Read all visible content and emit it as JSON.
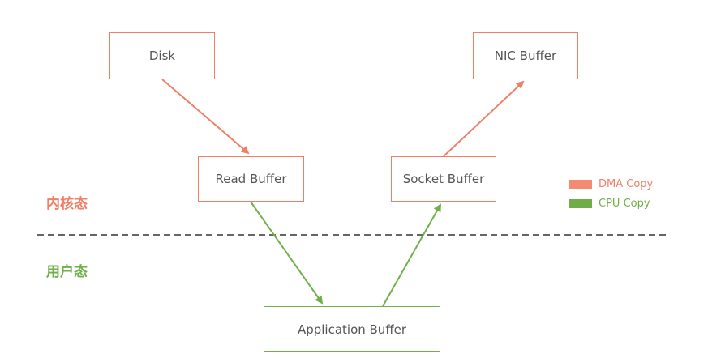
{
  "boxes": {
    "disk": "Disk",
    "nic": "NIC Buffer",
    "read": "Read Buffer",
    "socket": "Socket Buffer",
    "app": "Application Buffer"
  },
  "zones": {
    "kernel": "内核态",
    "user": "用户态"
  },
  "legend": {
    "dma": "DMA Copy",
    "cpu": "CPU Copy"
  },
  "colors": {
    "dma": "#ef8068",
    "cpu": "#6fb04a",
    "divider": "#666666"
  }
}
